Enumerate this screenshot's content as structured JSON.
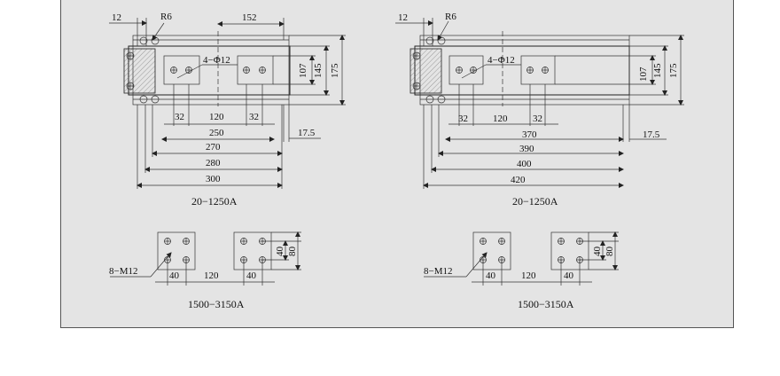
{
  "left": {
    "dim_12": "12",
    "dim_r6": "R6",
    "dim_152": "152",
    "hole_label": "4−Φ12",
    "dim_107": "107",
    "dim_145": "145",
    "dim_175": "175",
    "dim_32a": "32",
    "dim_120": "120",
    "dim_32b": "32",
    "dim_250": "250",
    "dim_17_5": "17.5",
    "dim_270": "270",
    "dim_280": "280",
    "dim_300": "300",
    "caption_top": "20−1250A",
    "bolt_label": "8−M12",
    "b_40a": "40",
    "b_120": "120",
    "b_40b": "40",
    "b_40v": "40",
    "b_80v": "80",
    "caption_bottom": "1500−3150A"
  },
  "right": {
    "dim_12": "12",
    "dim_r6": "R6",
    "hole_label": "4−Φ12",
    "dim_107": "107",
    "dim_145": "145",
    "dim_175": "175",
    "dim_32a": "32",
    "dim_120": "120",
    "dim_32b": "32",
    "dim_370": "370",
    "dim_17_5": "17.5",
    "dim_390": "390",
    "dim_400": "400",
    "dim_420": "420",
    "caption_top": "20−1250A",
    "bolt_label": "8−M12",
    "b_40a": "40",
    "b_120": "120",
    "b_40b": "40",
    "b_40v": "40",
    "b_80v": "80",
    "caption_bottom": "1500−3150A"
  }
}
